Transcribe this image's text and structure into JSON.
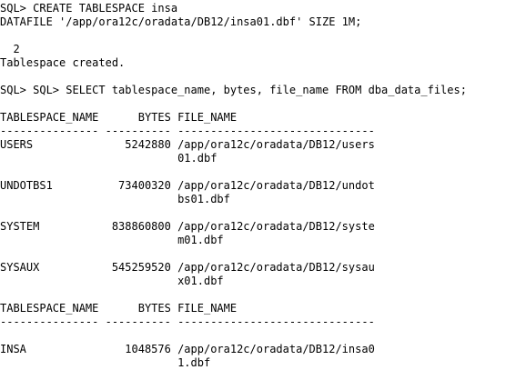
{
  "console": {
    "create_cmd_line1": "SQL> CREATE TABLESPACE insa",
    "create_cmd_line2": "DATAFILE '/app/ora12c/oradata/DB12/insa01.dbf' SIZE 1M;",
    "line_number": "  2",
    "created_msg": "Tablespace created.",
    "select_cmd": "SQL> SQL> SELECT tablespace_name, bytes, file_name FROM dba_data_files;",
    "header1": "TABLESPACE_NAME      BYTES FILE_NAME",
    "separator1": "--------------- ---------- ------------------------------",
    "rows": [
      {
        "line1": "USERS              5242880 /app/ora12c/oradata/DB12/users",
        "line2": "                           01.dbf"
      },
      {
        "line1": "UNDOTBS1          73400320 /app/ora12c/oradata/DB12/undot",
        "line2": "                           bs01.dbf"
      },
      {
        "line1": "SYSTEM           838860800 /app/ora12c/oradata/DB12/syste",
        "line2": "                           m01.dbf"
      },
      {
        "line1": "SYSAUX           545259520 /app/ora12c/oradata/DB12/sysau",
        "line2": "                           x01.dbf"
      }
    ],
    "header2": "TABLESPACE_NAME      BYTES FILE_NAME",
    "separator2": "--------------- ---------- ------------------------------",
    "last_row": {
      "line1": "INSA               1048576 /app/ora12c/oradata/DB12/insa0",
      "line2": "                           1.dbf"
    }
  }
}
